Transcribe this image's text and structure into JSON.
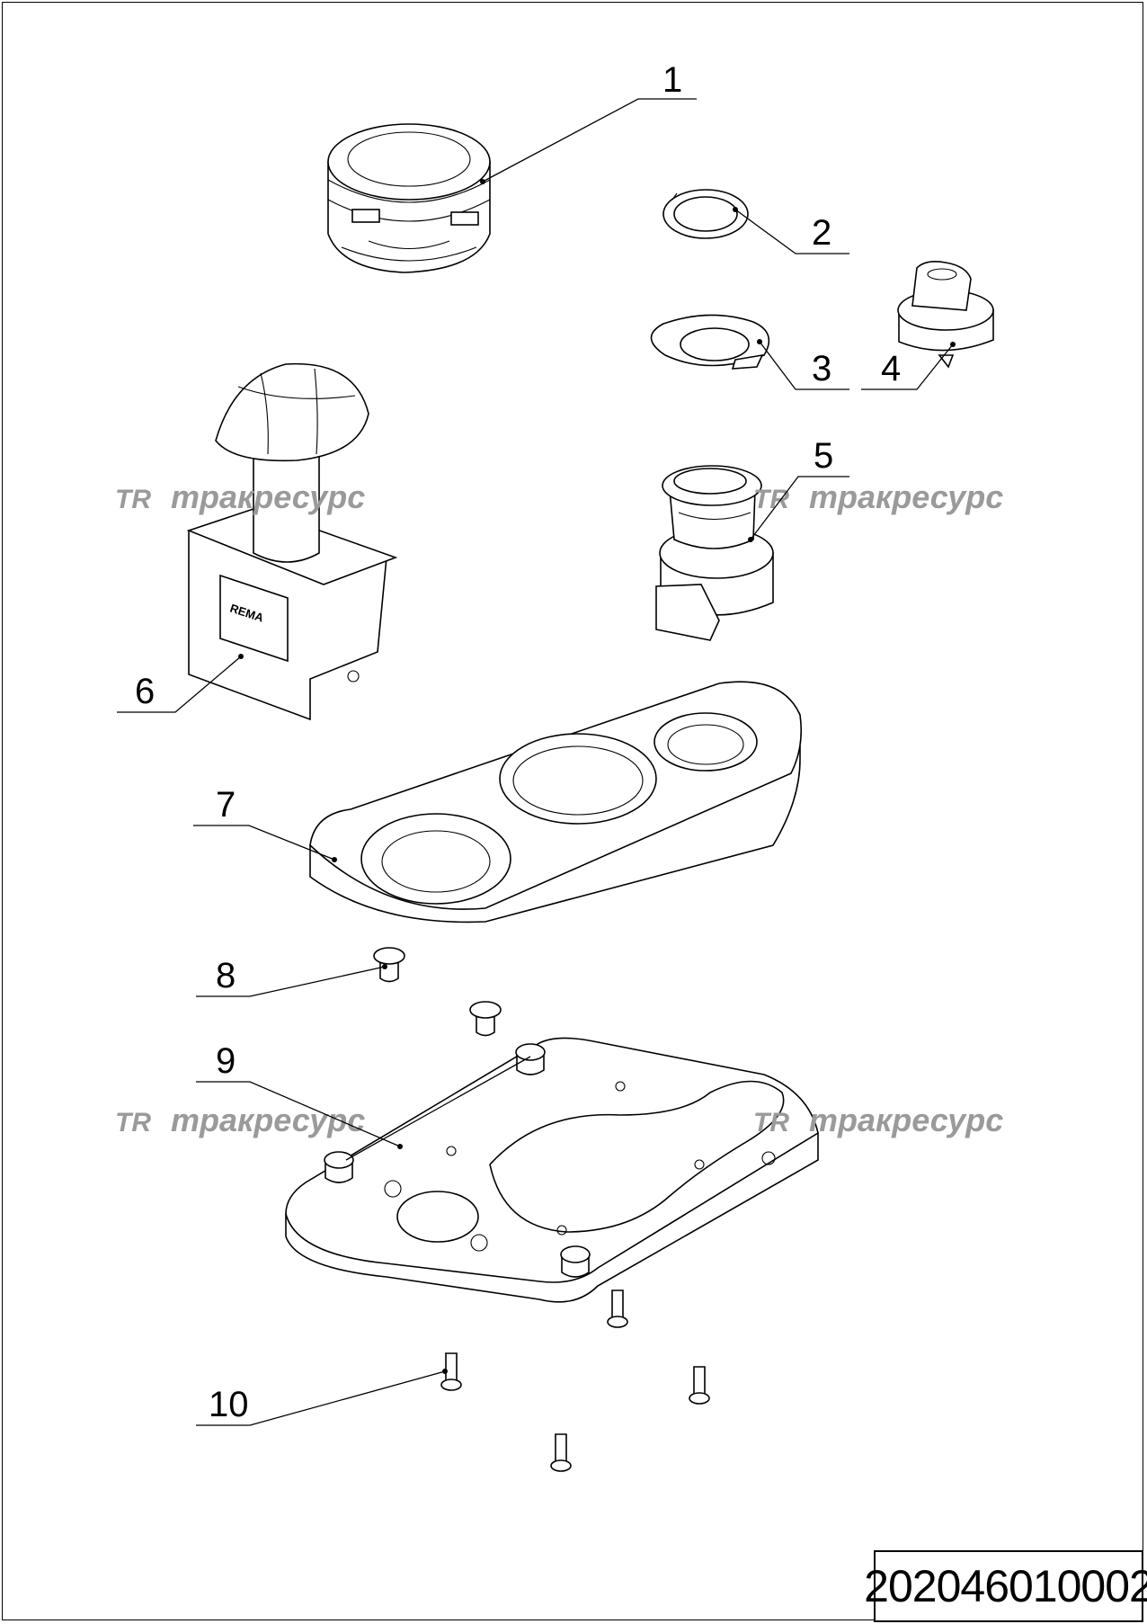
{
  "drawing_number": "202046010002",
  "watermarks": [
    {
      "logo": "TR",
      "text": "тракресурс"
    },
    {
      "logo": "TR",
      "text": "тракресурс"
    },
    {
      "logo": "TR",
      "text": "тракресурс"
    },
    {
      "logo": "TR",
      "text": "тракресурс"
    }
  ],
  "callouts": [
    "1",
    "2",
    "3",
    "4",
    "5",
    "6",
    "7",
    "8",
    "9",
    "10"
  ],
  "switch_brand": "REMA",
  "colors": {
    "line": "#000000",
    "watermark": "#9a9a9a",
    "background": "#ffffff"
  }
}
